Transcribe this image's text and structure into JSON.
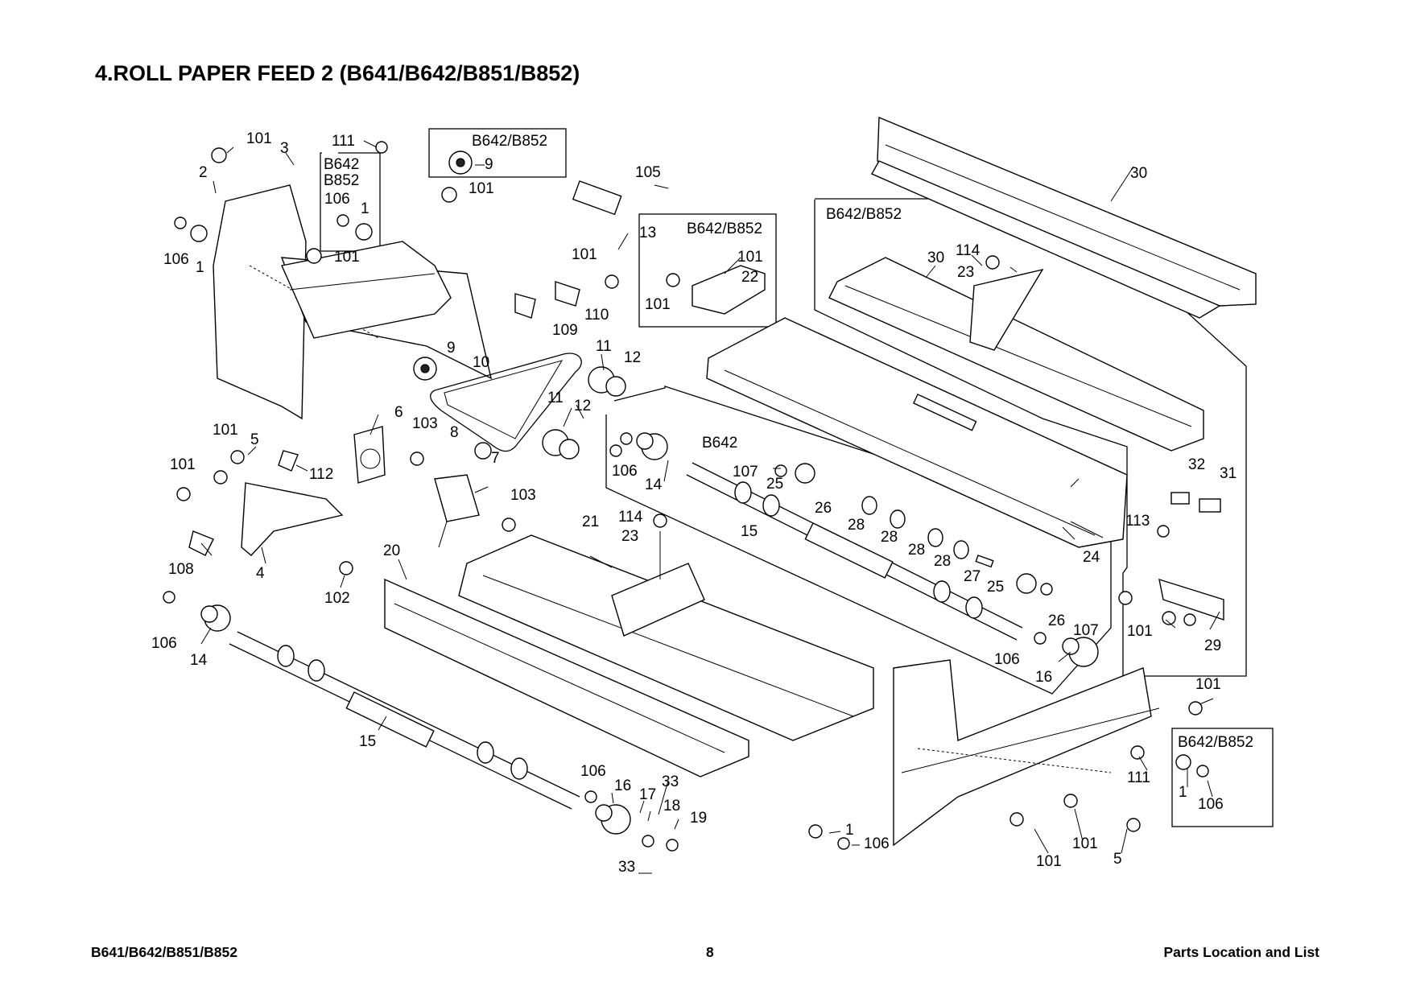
{
  "title": "4.ROLL PAPER FEED 2 (B641/B642/B851/B852)",
  "footer": {
    "left": "B641/B642/B851/B852",
    "page": "8",
    "right": "Parts Location and List"
  },
  "frame_labels": {
    "variant_b642_b852": "B642/B852",
    "variant_b642_b852_stacked_1": "B642",
    "variant_b642_b852_stacked_2": "B852",
    "variant_b642": "B642"
  },
  "callouts": [
    "101",
    "3",
    "2",
    "111",
    "106",
    "1",
    "106",
    "1",
    "9",
    "101",
    "105",
    "101",
    "13",
    "101",
    "101",
    "22",
    "101",
    "23",
    "114",
    "30",
    "30",
    "110",
    "109",
    "9",
    "10",
    "11",
    "12",
    "11",
    "12",
    "8",
    "6",
    "103",
    "101",
    "5",
    "112",
    "101",
    "7",
    "103",
    "106",
    "14",
    "107",
    "25",
    "26",
    "15",
    "28",
    "28",
    "28",
    "28",
    "27",
    "25",
    "26",
    "107",
    "21",
    "114",
    "23",
    "20",
    "24",
    "32",
    "31",
    "113",
    "108",
    "4",
    "102",
    "106",
    "14",
    "101",
    "29",
    "106",
    "16",
    "101",
    "15",
    "106",
    "16",
    "33",
    "17",
    "18",
    "19",
    "33",
    "1",
    "106",
    "101",
    "101",
    "5",
    "111",
    "1",
    "106"
  ]
}
